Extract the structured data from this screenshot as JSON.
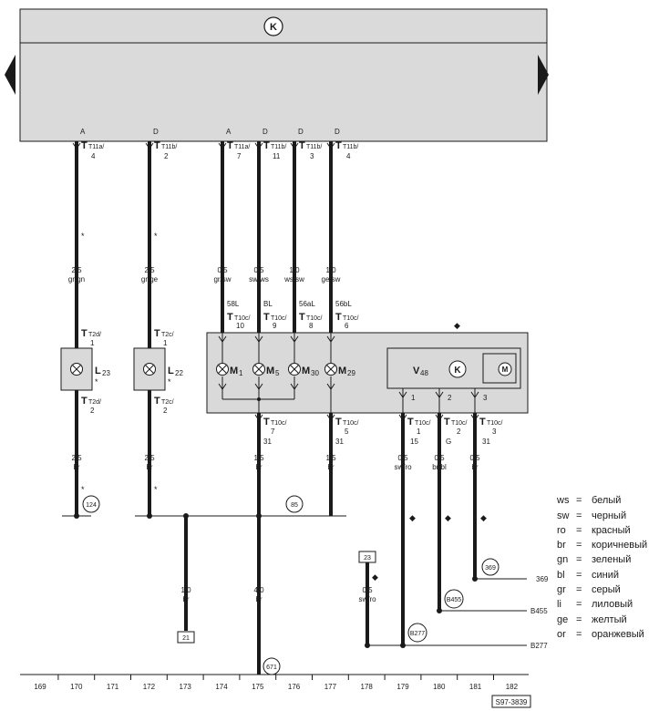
{
  "header_symbol": "K",
  "footer_ref": "S97-3839",
  "wires": [
    {
      "id": "w170",
      "pin": "A",
      "conn_top": "T11a/",
      "conn_top_pin": "4",
      "size_color": [
        "2,5",
        "gr/gn"
      ],
      "star": "*"
    },
    {
      "id": "w172",
      "pin": "D",
      "conn_top": "T11b/",
      "conn_top_pin": "2",
      "size_color": [
        "2,5",
        "gr/ge"
      ],
      "star": "*"
    },
    {
      "id": "w174",
      "pin": "A",
      "conn_top": "T11a/",
      "conn_top_pin": "7",
      "size_color": [
        "0,5",
        "gr/sw"
      ],
      "func": "58L",
      "conn_bot": "T10c/",
      "conn_bot_pin": "10"
    },
    {
      "id": "w175",
      "pin": "D",
      "conn_top": "T11b/",
      "conn_top_pin": "11",
      "size_color": [
        "0,5",
        "sw/ws"
      ],
      "func": "BL",
      "conn_bot": "T10c/",
      "conn_bot_pin": "9"
    },
    {
      "id": "w176",
      "pin": "D",
      "conn_top": "T11b/",
      "conn_top_pin": "3",
      "size_color": [
        "1,0",
        "ws/sw"
      ],
      "func": "56aL",
      "conn_bot": "T10c/",
      "conn_bot_pin": "8"
    },
    {
      "id": "w177",
      "pin": "D",
      "conn_top": "T11b/",
      "conn_top_pin": "4",
      "size_color": [
        "1,0",
        "ge/sw"
      ],
      "func": "56bL",
      "conn_bot": "T10c/",
      "conn_bot_pin": "6"
    }
  ],
  "lamps": [
    {
      "id": "L23",
      "name": "L",
      "sub": "23",
      "star": "*",
      "conn_in": "T2d/",
      "conn_in_pin": "1",
      "conn_out": "T2d/",
      "conn_out_pin": "2",
      "wire": [
        "2,5",
        "br"
      ],
      "star_bottom": "*"
    },
    {
      "id": "L22",
      "name": "L",
      "sub": "22",
      "star": "*",
      "conn_in": "T2c/",
      "conn_in_pin": "1",
      "conn_out": "T2c/",
      "conn_out_pin": "2",
      "wire": [
        "2,5",
        "br"
      ],
      "star_bottom": "*"
    }
  ],
  "motors": [
    {
      "name": "M",
      "sub": "1"
    },
    {
      "name": "M",
      "sub": "5"
    },
    {
      "name": "M",
      "sub": "30"
    },
    {
      "name": "M",
      "sub": "29"
    }
  ],
  "module_v48": {
    "name": "V",
    "sub": "48",
    "symbol": "K",
    "motor_symbol": "M",
    "pins": [
      "1",
      "2",
      "3"
    ],
    "diamond": "◆"
  },
  "lower_connectors": [
    {
      "conn": "T10c/",
      "pin": "7",
      "terminal": "31",
      "wire": [
        "1,5",
        "br"
      ]
    },
    {
      "conn": "T10c/",
      "pin": "5",
      "terminal": "31",
      "wire": [
        "1,5",
        "br"
      ]
    },
    {
      "conn": "T10c/",
      "pin": "1",
      "terminal": "15",
      "wire": [
        "0,5",
        "sw/ro"
      ]
    },
    {
      "conn": "T10c/",
      "pin": "2",
      "terminal": "G",
      "wire": [
        "0,5",
        "br/bl"
      ]
    },
    {
      "conn": "T10c/",
      "pin": "3",
      "terminal": "31",
      "wire": [
        "0,5",
        "br"
      ]
    }
  ],
  "ground_points": [
    "124",
    "85",
    "671"
  ],
  "branch_wires": [
    {
      "wire": [
        "1,0",
        "br"
      ],
      "box": "21"
    },
    {
      "wire": [
        "4,0",
        "br"
      ]
    },
    {
      "wire": [
        "0,5",
        "sw/ro"
      ],
      "box": "23"
    }
  ],
  "outgoing": [
    {
      "circle": "369",
      "label": "369"
    },
    {
      "circle": "B455",
      "label": "B455"
    },
    {
      "circle": "B277",
      "label": "B277"
    }
  ],
  "track_numbers": [
    "169",
    "170",
    "171",
    "172",
    "173",
    "174",
    "175",
    "176",
    "177",
    "178",
    "179",
    "180",
    "181",
    "182"
  ],
  "legend": [
    {
      "code": "ws",
      "eq": "=",
      "ru": "белый"
    },
    {
      "code": "sw",
      "eq": "=",
      "ru": "черный"
    },
    {
      "code": "ro",
      "eq": "=",
      "ru": "красный"
    },
    {
      "code": "br",
      "eq": "=",
      "ru": "коричневый"
    },
    {
      "code": "gn",
      "eq": "=",
      "ru": "зеленый"
    },
    {
      "code": "bl",
      "eq": "=",
      "ru": "синий"
    },
    {
      "code": "gr",
      "eq": "=",
      "ru": "серый"
    },
    {
      "code": "li",
      "eq": "=",
      "ru": "лиловый"
    },
    {
      "code": "ge",
      "eq": "=",
      "ru": "желтый"
    },
    {
      "code": "or",
      "eq": "=",
      "ru": "оранжевый"
    }
  ],
  "colors": {
    "panel_fill": "#dadada",
    "module_fill": "#d9d9d9",
    "line": "#1a1a1a"
  }
}
